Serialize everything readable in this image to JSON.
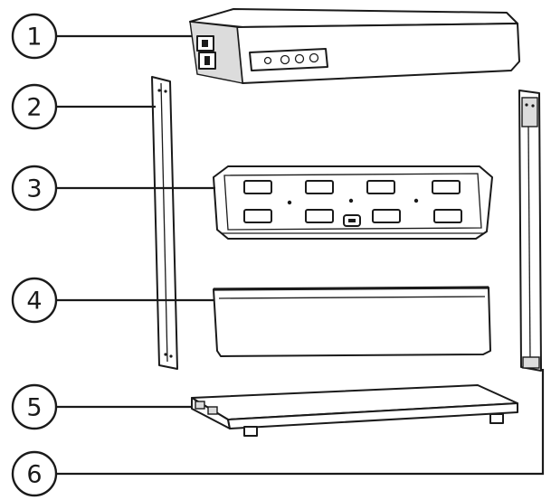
{
  "callouts": [
    {
      "number": "1",
      "part": "main-unit"
    },
    {
      "number": "2",
      "part": "left-side-panel"
    },
    {
      "number": "3",
      "part": "top-tray-with-slots"
    },
    {
      "number": "4",
      "part": "storage-tray"
    },
    {
      "number": "5",
      "part": "base-plate"
    },
    {
      "number": "6",
      "part": "right-side-panel"
    }
  ],
  "colors": {
    "line": "#1a1a1a",
    "fill": "#ffffff",
    "shade": "#dcdcdc"
  }
}
